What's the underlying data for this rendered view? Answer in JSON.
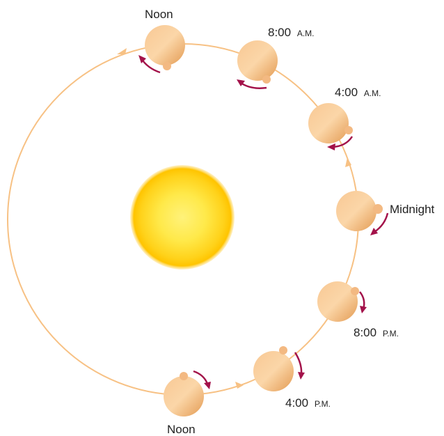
{
  "colors": {
    "orbit": "#f7c184",
    "rotation_arrow": "#a3124a",
    "sun_core": "#ffe94a",
    "sun_edge": "#ffc400",
    "planet_light": "#fbd2a0",
    "planet_dark": "#e69c55",
    "text": "#222222"
  },
  "diagram": {
    "positions": [
      {
        "time": "Noon",
        "suffix": ""
      },
      {
        "time": "8:00",
        "suffix": "A.M."
      },
      {
        "time": "4:00",
        "suffix": "A.M."
      },
      {
        "time": "Midnight",
        "suffix": ""
      },
      {
        "time": "8:00",
        "suffix": "P.M."
      },
      {
        "time": "4:00",
        "suffix": "P.M."
      },
      {
        "time": "Noon",
        "suffix": ""
      }
    ]
  }
}
